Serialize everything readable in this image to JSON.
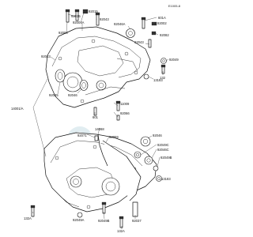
{
  "diagram": {
    "ref_code": "E1005-8",
    "labels": {
      "l92015": "92015",
      "l92015a": "92015",
      "l92043": "92043",
      "l601a": "601A",
      "l92002": "92002",
      "l92004": "92004",
      "l92004a": "92004A",
      "l92046a": "92046A",
      "l92082": "92082",
      "l92043b": "92043",
      "l92049": "92049",
      "l132": "132",
      "l13183": "13183",
      "l14001a": "14001/A",
      "l92045": "92045",
      "l92046": "92046",
      "l11009": "11009",
      "l92066": "92066",
      "l601": "601",
      "l14068": "14068",
      "l92071": "92071",
      "l92059": "92059",
      "l92046b": "92046",
      "l92049c": "92049C",
      "l92046c": "92046C",
      "l92049b": "92049B",
      "l13183b": "13183",
      "l132a": "132A",
      "l92049a": "92049A",
      "l92049d": "92049B",
      "l92037": "92037",
      "l132a2": "132A"
    }
  }
}
